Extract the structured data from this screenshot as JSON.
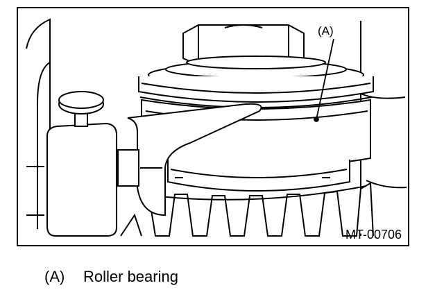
{
  "figure": {
    "callout_label": "(A)",
    "figure_code": "MT-00706"
  },
  "legend": {
    "key": "(A)",
    "text": "Roller bearing"
  }
}
